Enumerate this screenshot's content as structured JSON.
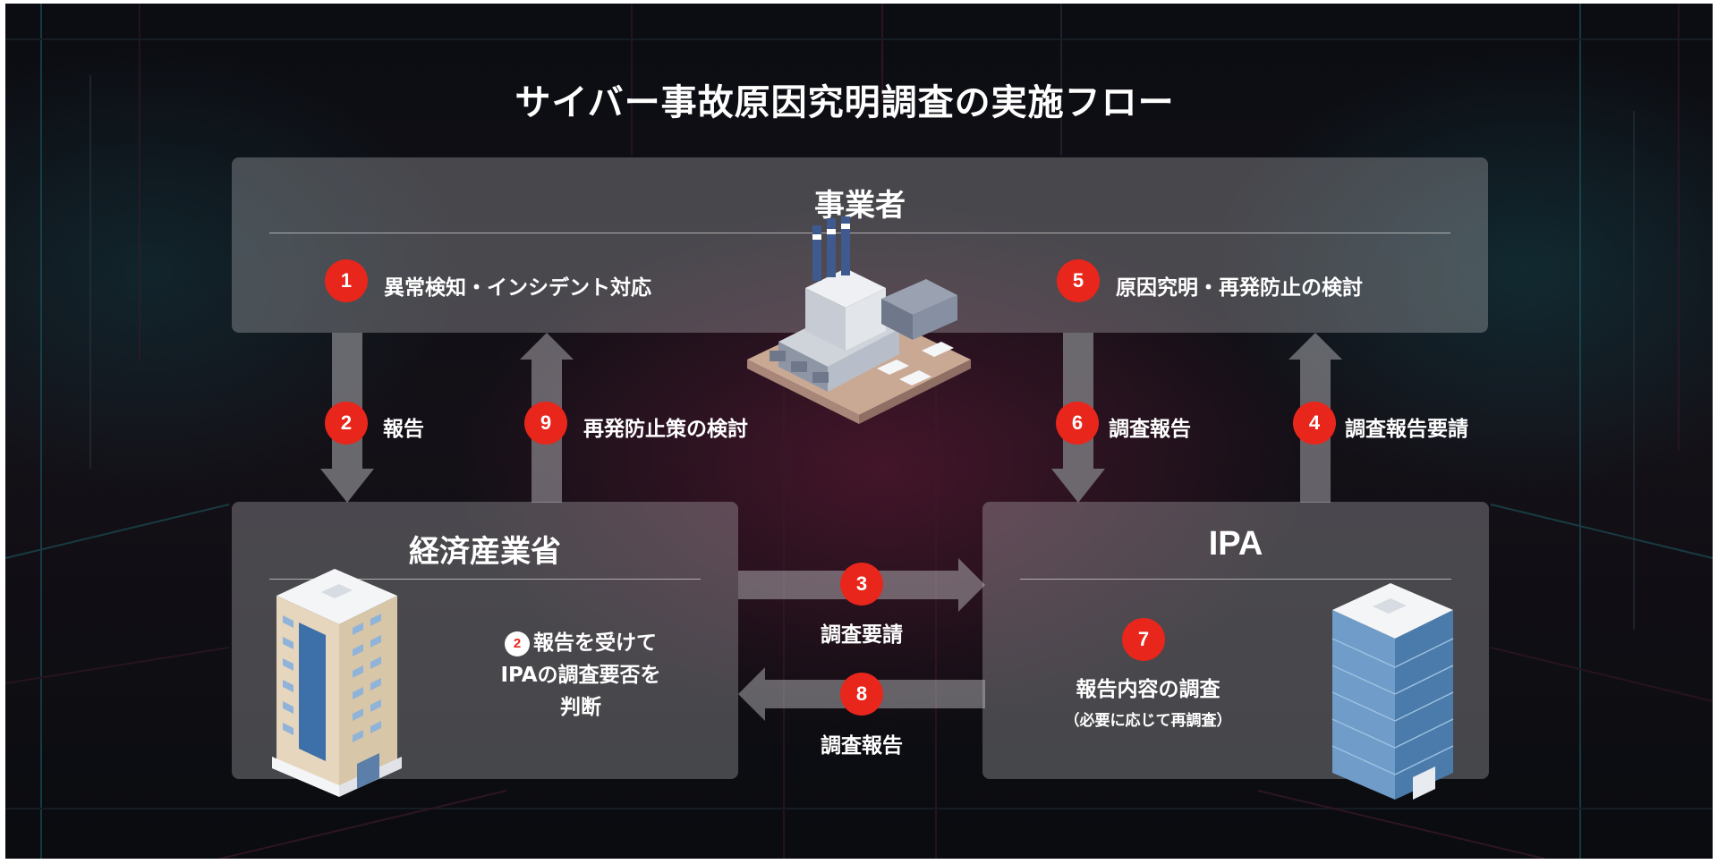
{
  "title": "サイバー事故原因究明調査の実施フロー",
  "business": {
    "title": "事業者",
    "step1": {
      "num": "1",
      "label": "異常検知・インシデント対応"
    },
    "step5": {
      "num": "5",
      "label": "原因究明・再発防止の検討"
    }
  },
  "arrows": {
    "step2": {
      "num": "2",
      "label": "報告"
    },
    "step9": {
      "num": "9",
      "label": "再発防止策の検討"
    },
    "step6": {
      "num": "6",
      "label": "調査報告"
    },
    "step4": {
      "num": "4",
      "label": "調査報告要請"
    },
    "step3": {
      "num": "3",
      "label": "調査要請"
    },
    "step8": {
      "num": "8",
      "label": "調査報告"
    }
  },
  "meti": {
    "title": "経済産業省",
    "note_num": "2",
    "note_line1": "報告を受けて",
    "note_line2": "IPAの調査要否を",
    "note_line3": "判断"
  },
  "ipa": {
    "title": "IPA",
    "step7": {
      "num": "7",
      "label": "報告内容の調査",
      "sub": "（必要に応じて再調査）"
    }
  },
  "colors": {
    "badge": "#e8261c",
    "panel": "rgba(205,205,210,0.30)",
    "arrow": "rgba(200,200,205,0.45)",
    "arrow_down": "rgba(120,120,125,0.85)"
  },
  "icons": [
    "factory-illustration",
    "meti-building-illustration",
    "ipa-building-illustration"
  ]
}
